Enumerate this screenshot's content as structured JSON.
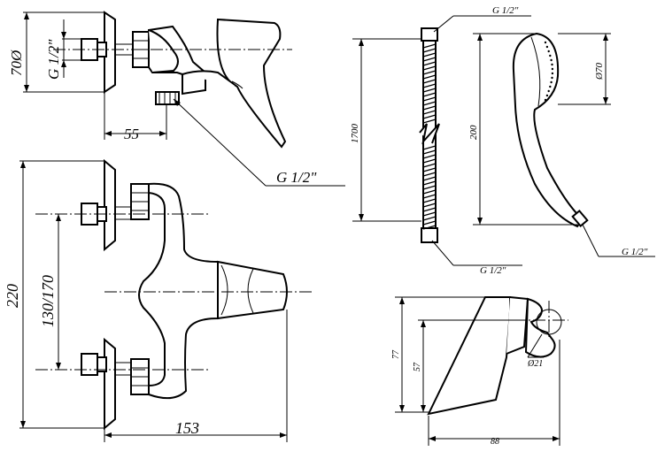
{
  "labels": {
    "top_dia_outer": "70Ø",
    "top_thread": "G 1/2\"",
    "top_width": "55",
    "outlet_thread": "G 1/2\"",
    "front_height": "220",
    "front_spacing": "130/170",
    "front_width": "153",
    "hose_top_thread": "G 1/2\"",
    "hose_length": "1700",
    "hose_bottom_thread": "G 1/2\"",
    "shower_length": "200",
    "shower_dia": "Ø70",
    "shower_thread": "G 1/2\"",
    "holder_height_total": "77",
    "holder_height_inner": "57",
    "holder_dia": "Ø21",
    "holder_depth": "88"
  }
}
